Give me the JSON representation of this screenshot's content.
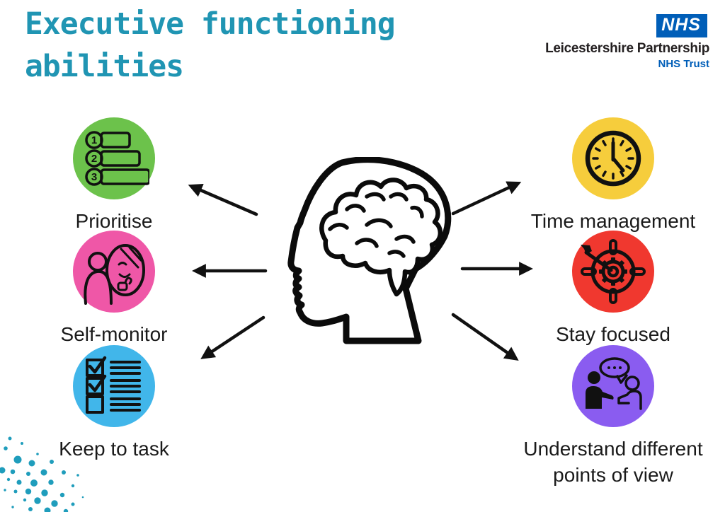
{
  "page": {
    "title": "Executive functioning abilities"
  },
  "logo": {
    "nhs": "NHS",
    "org": "Leicestershire Partnership",
    "trust": "NHS Trust"
  },
  "colors": {
    "title_teal": "#2095b3",
    "nhs_blue": "#005eb8",
    "dots_teal": "#1f9dbc",
    "arrow_black": "#111111"
  },
  "abilities": {
    "left": [
      {
        "label": "Prioritise",
        "color": "#6cc24b",
        "icon": "numbered-list-icon"
      },
      {
        "label": "Self-monitor",
        "color": "#ef57a7",
        "icon": "mirror-icon"
      },
      {
        "label": "Keep to task",
        "color": "#41b6ea",
        "icon": "checklist-icon"
      }
    ],
    "right": [
      {
        "label": "Time management",
        "color": "#f6cd3c",
        "icon": "clock-icon"
      },
      {
        "label": "Stay focused",
        "color": "#f0382f",
        "icon": "target-icon"
      },
      {
        "label": "Understand different points of view",
        "color": "#8a5cf0",
        "icon": "conversation-icon"
      }
    ]
  },
  "icons": {
    "numbered_list_digits": [
      "1",
      "2",
      "3"
    ]
  }
}
